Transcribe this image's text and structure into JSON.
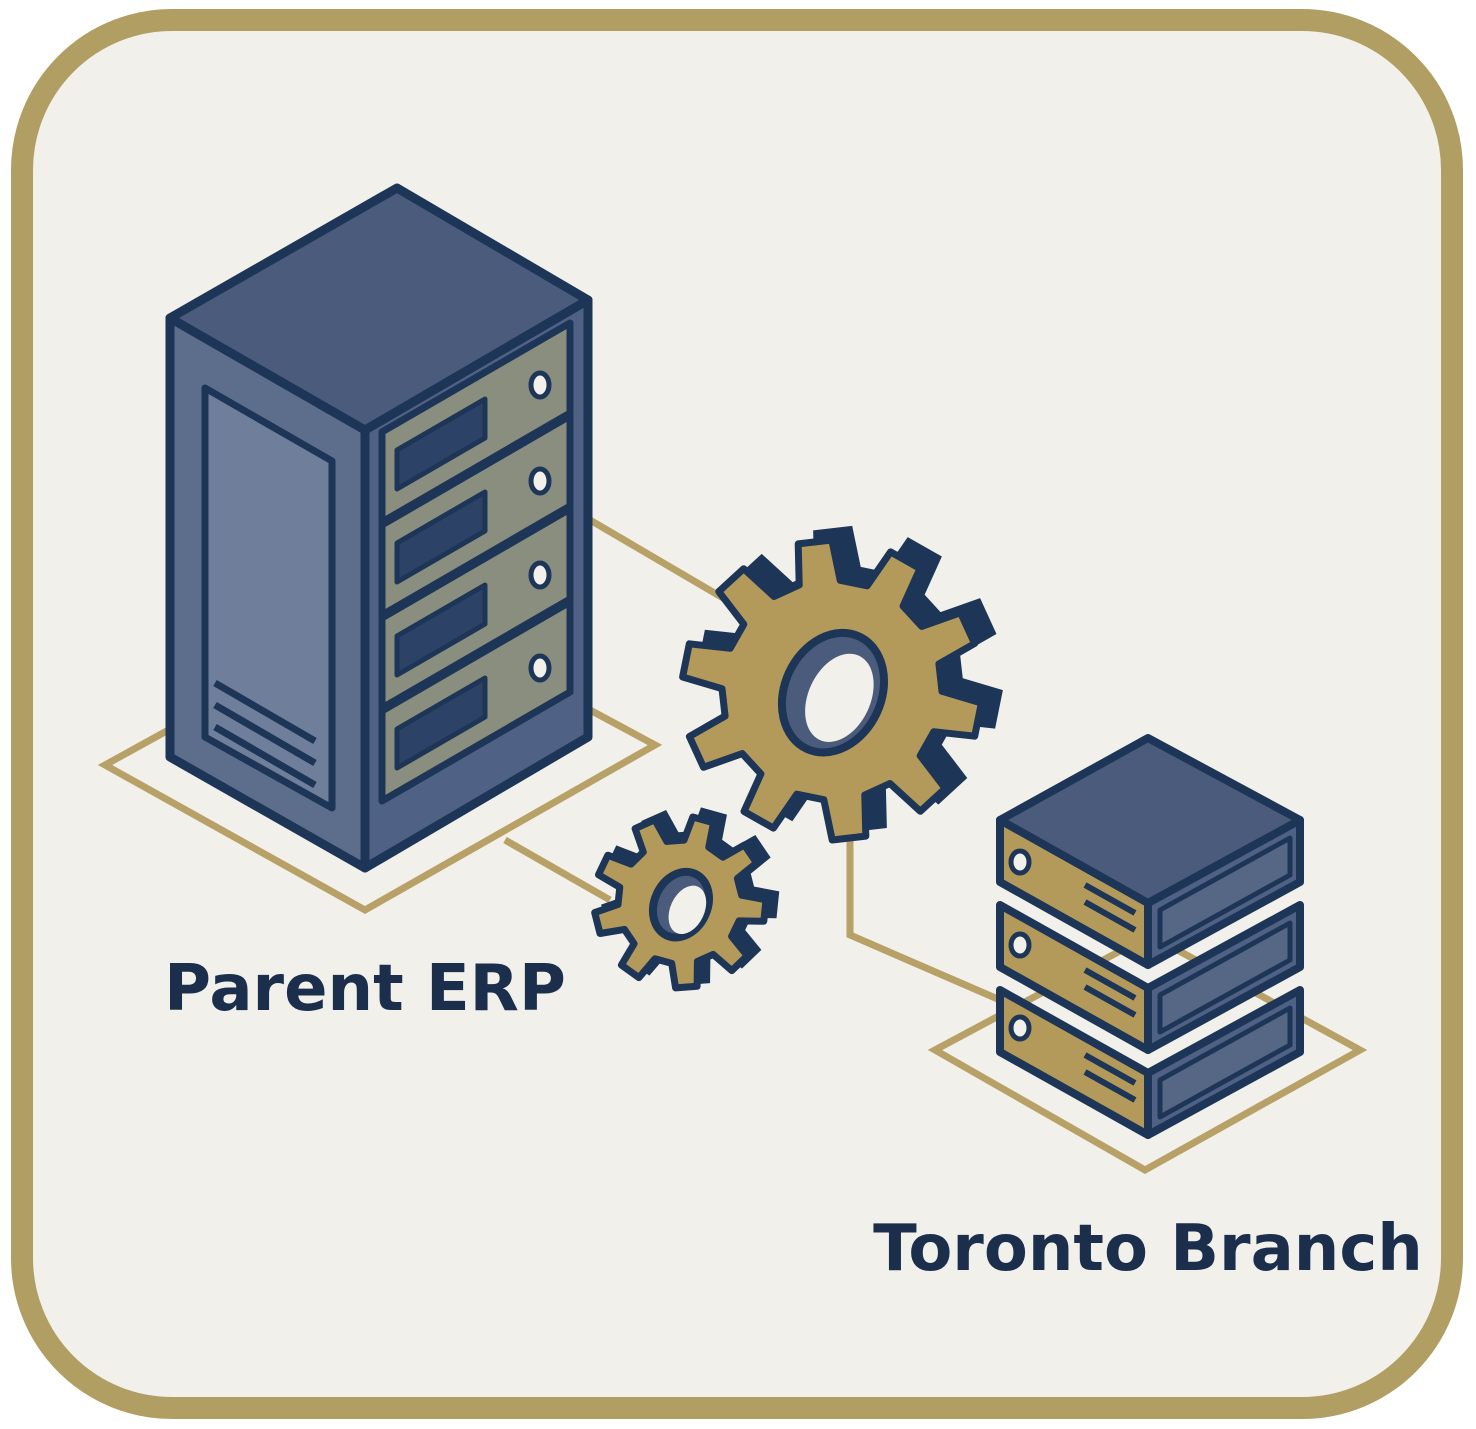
{
  "diagram": {
    "nodes": [
      {
        "id": "parent",
        "label": "Parent ERP",
        "icon": "server-tower-icon"
      },
      {
        "id": "branch",
        "label": "Toronto Branch",
        "icon": "server-stack-icon"
      },
      {
        "id": "sync",
        "label": "",
        "icon": "gears-icon"
      }
    ],
    "edges": [
      {
        "from": "parent",
        "to": "sync"
      },
      {
        "from": "sync",
        "to": "branch"
      }
    ]
  },
  "colors": {
    "background": "#f1f0ea",
    "frame": "#b19e63",
    "navy_dark": "#1d3557",
    "navy_top": "#4a5b7b",
    "navy_right": "#5b6a88",
    "gold": "#b39a5a",
    "gold_light": "#c3ad6c",
    "text": "#1b2f4d"
  }
}
